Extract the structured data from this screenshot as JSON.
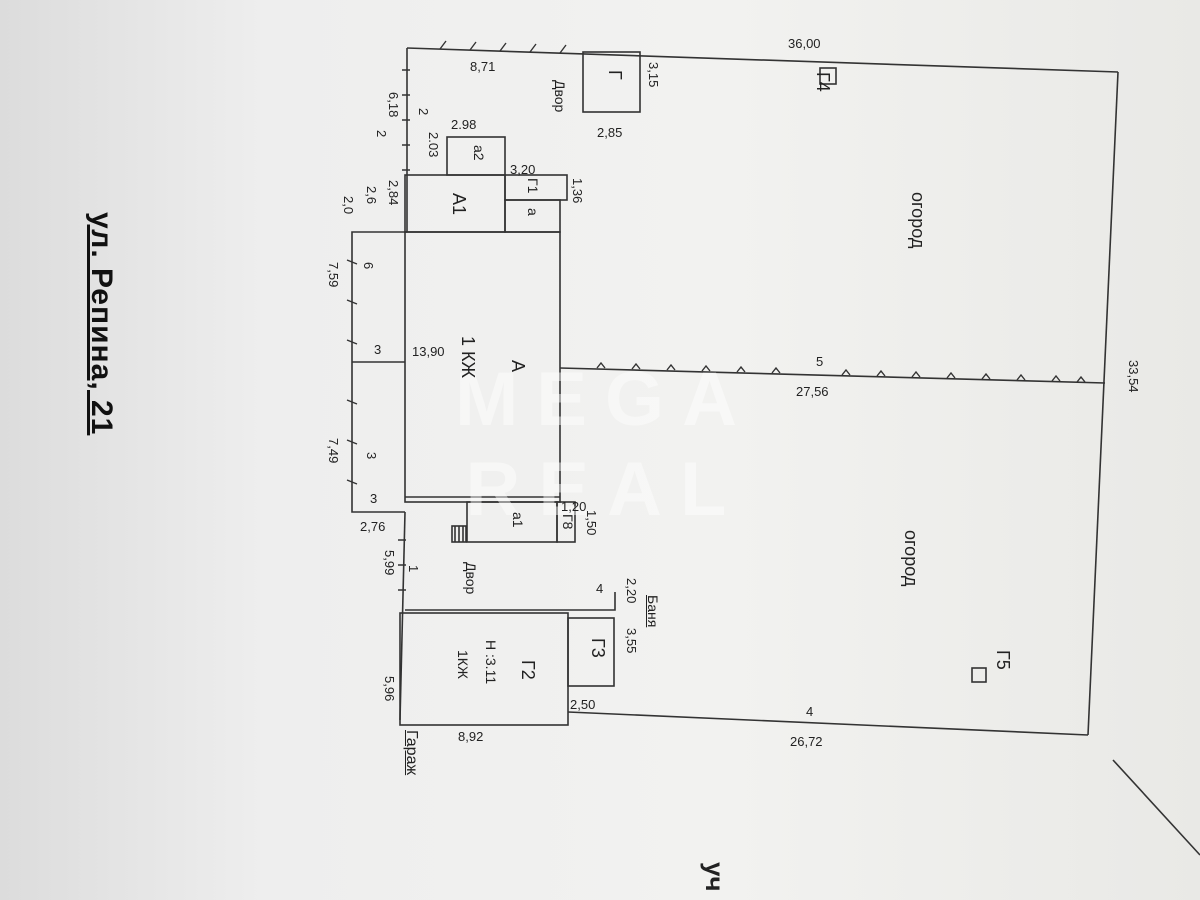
{
  "street_title": "ул. Репина, 21",
  "corner_text": "уч",
  "watermark": [
    "MEGA",
    "REAL"
  ],
  "buildings": {
    "main": "А",
    "main_floors": "1 КЖ",
    "a1_upper": "А1",
    "a2": "а2",
    "a_small": "а",
    "a1_lower": "а1",
    "g1": "Г1",
    "g8": "Г8",
    "g": "Г",
    "g4": "Г4",
    "g5": "Г5",
    "g3": "Г3",
    "g2": "Г2",
    "g2_height": "Н :3.11",
    "g2_floors": "1КЖ"
  },
  "areas": {
    "yard_top": "Двор",
    "yard_bottom": "Двор",
    "garden_top": "огород",
    "garden_bottom": "огород",
    "bath": "Баня",
    "garage": "Гараж"
  },
  "dimensions": {
    "top_length": "36,00",
    "right_length": "33,54",
    "middle_length": "27,56",
    "bottom_length": "26,72",
    "yard_width": "8,71",
    "left_top": "6,18",
    "a2_width": "2.98",
    "a2_height": "2.03",
    "g1_width": "3,20",
    "g1_height": "1,36",
    "g_side": "3,15",
    "g_bottom": "2,85",
    "a1_side": "2,84",
    "small_a": "2,0",
    "small_b": "2,6",
    "front_1": "7,59",
    "main_length": "13,90",
    "front_2": "7,49",
    "front_3": "2,76",
    "g8_w": "1,20",
    "g8_h": "1,50",
    "yard2_left": "5,99",
    "bath_w": "2,20",
    "bath_h": "3,55",
    "bath_b": "2,50",
    "garage_side": "5,96",
    "garage_len": "8,92"
  },
  "fence_marks": {
    "m2": "2",
    "m1": "1",
    "m6": "6",
    "m3a": "3",
    "m3b": "3",
    "m3c": "3",
    "m5": "5",
    "m4a": "4",
    "m4b": "4",
    "m2b": "2"
  }
}
